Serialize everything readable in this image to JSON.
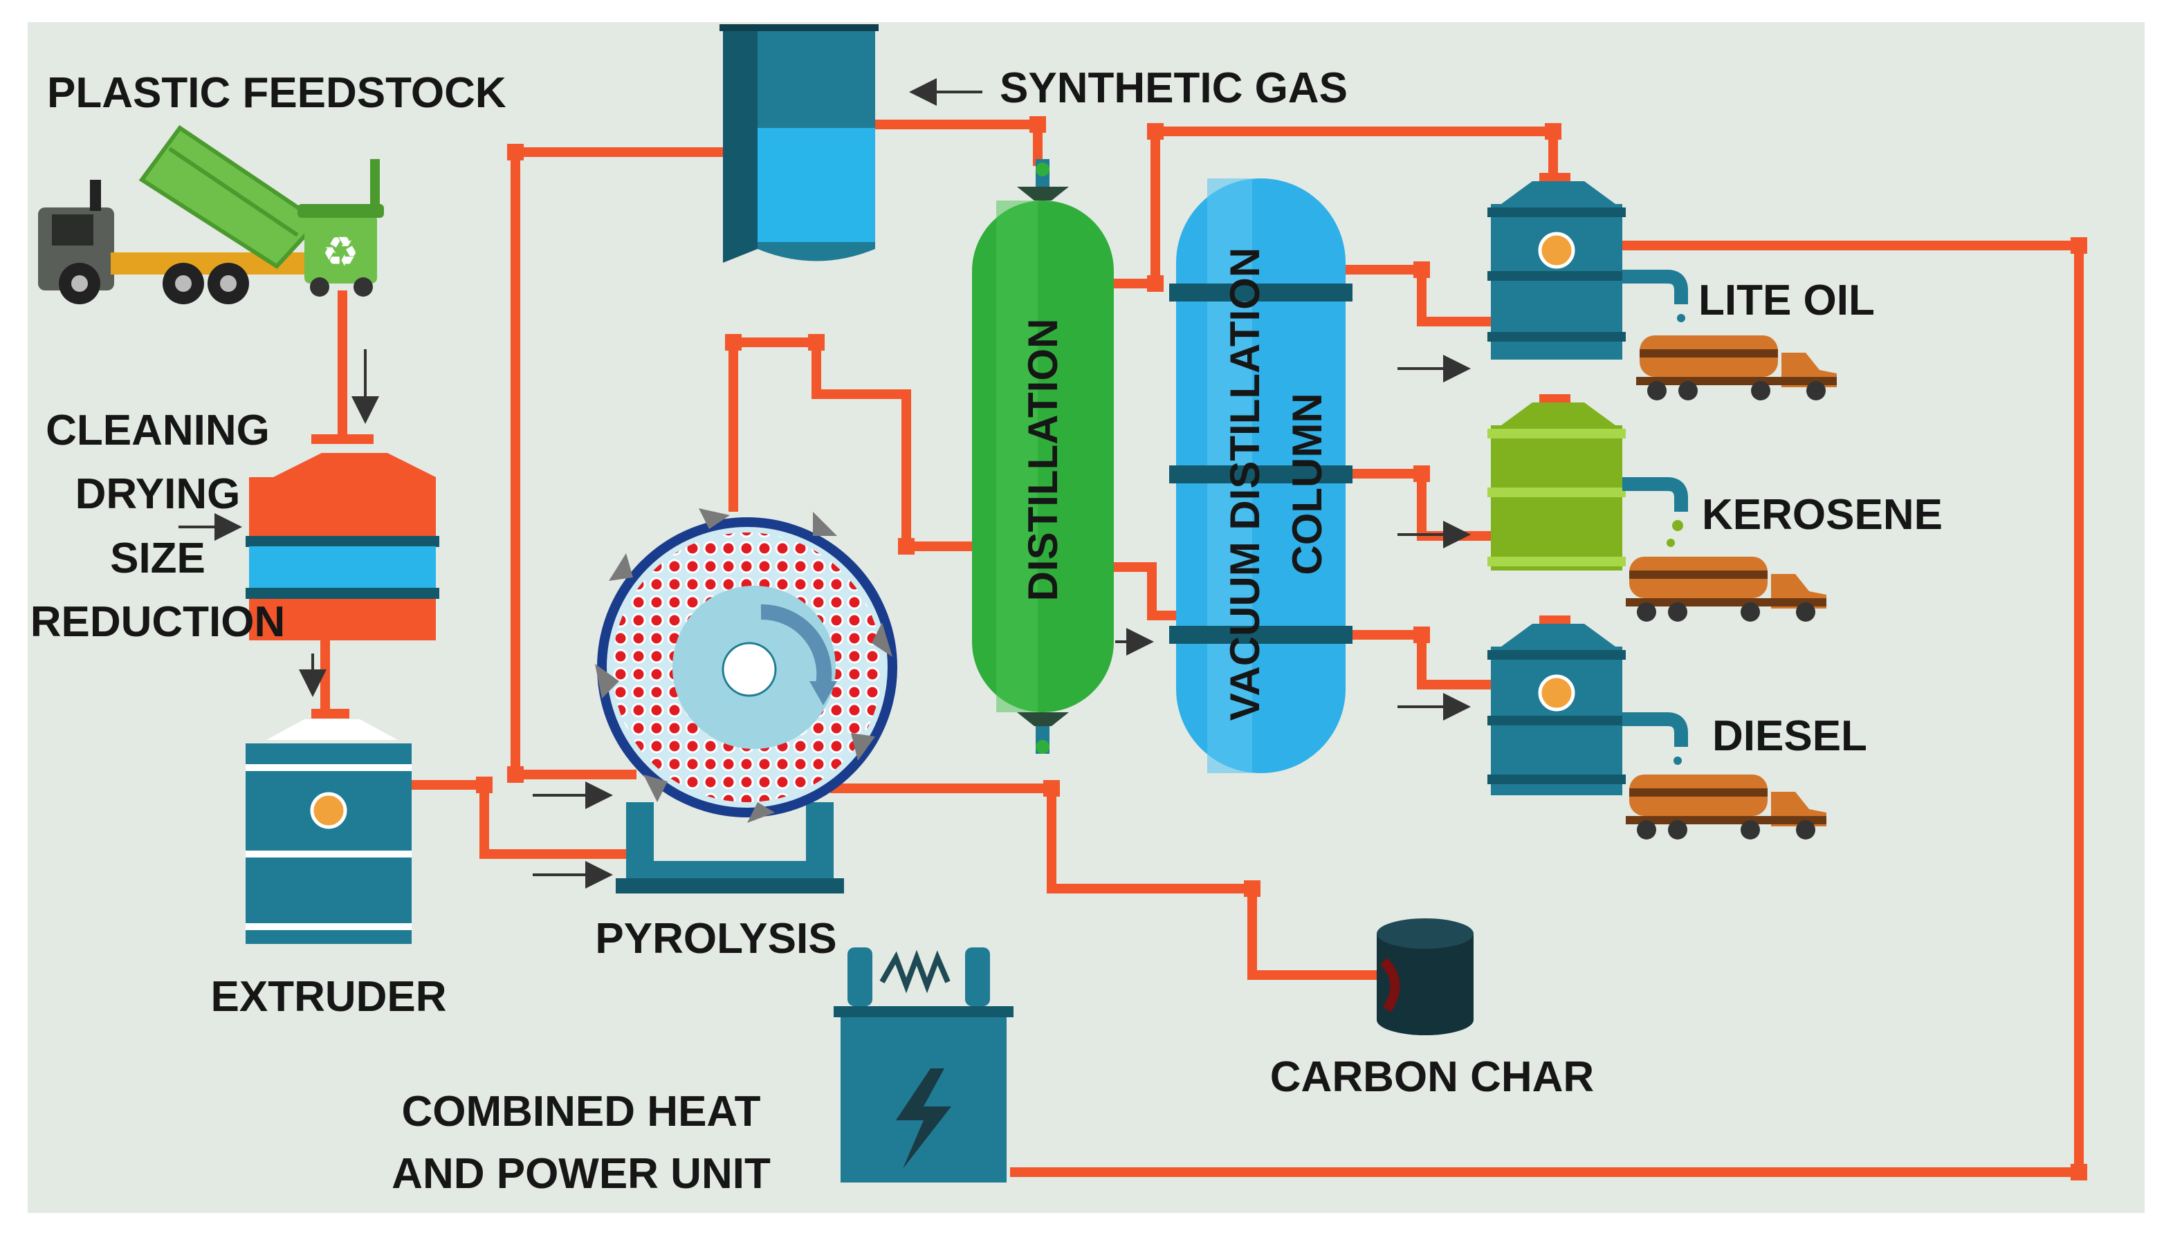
{
  "diagram": {
    "title": "",
    "labels": {
      "plastic_feedstock": "PLASTIC FEEDSTOCK",
      "cleaning_lines": [
        "CLEANING",
        "DRYING",
        "SIZE",
        "REDUCTION"
      ],
      "extruder": "EXTRUDER",
      "pyrolysis": "PYROLYSIS",
      "synthetic_gas": "SYNTHETIC GAS",
      "distillation": "DISTILLATION",
      "vacuum_lines": [
        "VACUUM DISTILLATION",
        "COLUMN"
      ],
      "lite_oil": "LITE OIL",
      "kerosene": "KEROSENE",
      "diesel": "DIESEL",
      "carbon_char": "CARBON CHAR",
      "chp_lines": [
        "COMBINED HEAT",
        "AND POWER UNIT"
      ]
    },
    "colors": {
      "background": "#e3e9e3",
      "pipe": "#f2562a",
      "teal": "#1f7c94",
      "teal_dark": "#14586b",
      "orange_tank": "#f2562a",
      "blue_band": "#29b4ea",
      "green_column": "#2fae3b",
      "vacuum_blue": "#2fb0e8",
      "kerosene_green": "#7fb21e",
      "truck_orange": "#d4762a",
      "reactor_red": "#e11b22"
    },
    "icons": [
      "dump-truck-icon",
      "recycle-bin-icon",
      "tanker-truck-icon",
      "lightning-icon",
      "coil-icon"
    ]
  }
}
